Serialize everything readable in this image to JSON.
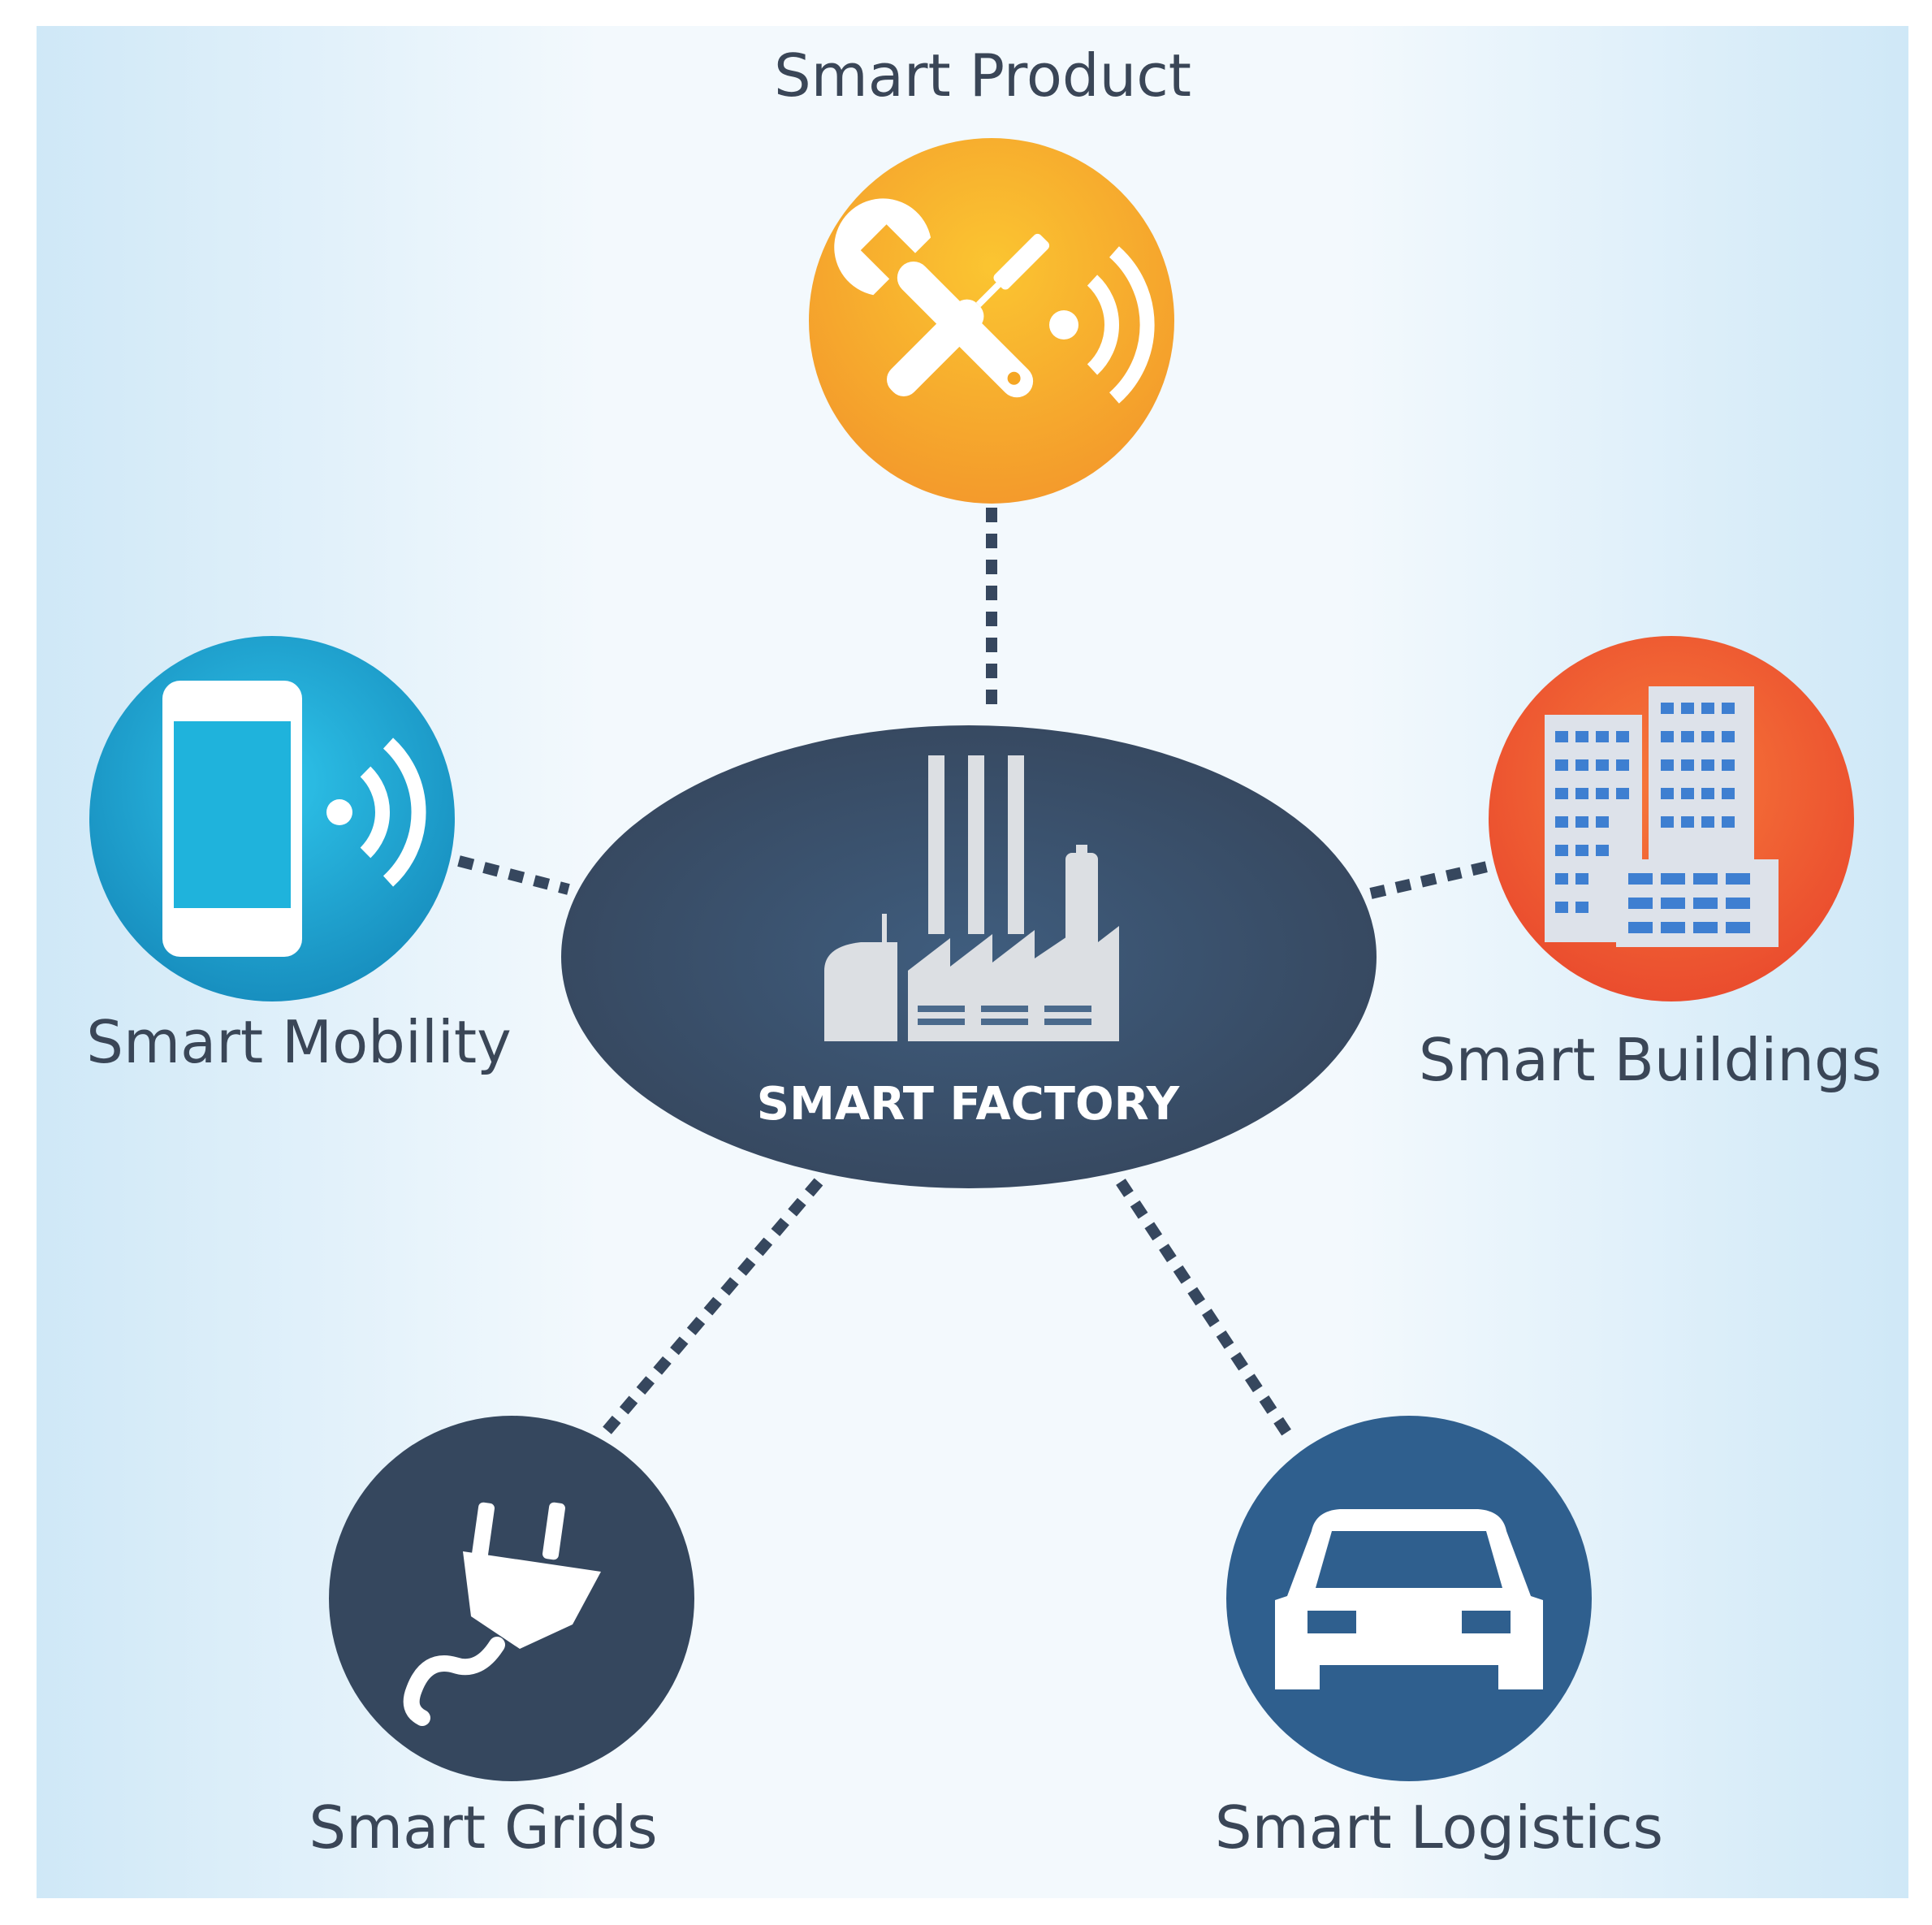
{
  "center": {
    "label": "SMART FACTORY",
    "icon": "factory-icon",
    "color": "#3f5a78"
  },
  "nodes": [
    {
      "id": "product",
      "label": "Smart Product",
      "icon": "tools-icon",
      "color": "#f5a623"
    },
    {
      "id": "mobility",
      "label": "Smart Mobility",
      "icon": "smartphone-icon",
      "color": "#1aa3cf"
    },
    {
      "id": "buildings",
      "label": "Smart Buildings",
      "icon": "buildings-icon",
      "color": "#ef5a33"
    },
    {
      "id": "grids",
      "label": "Smart Grids",
      "icon": "plug-icon",
      "color": "#35485f"
    },
    {
      "id": "logistics",
      "label": "Smart Logistics",
      "icon": "car-icon",
      "color": "#2f5f8e"
    }
  ]
}
